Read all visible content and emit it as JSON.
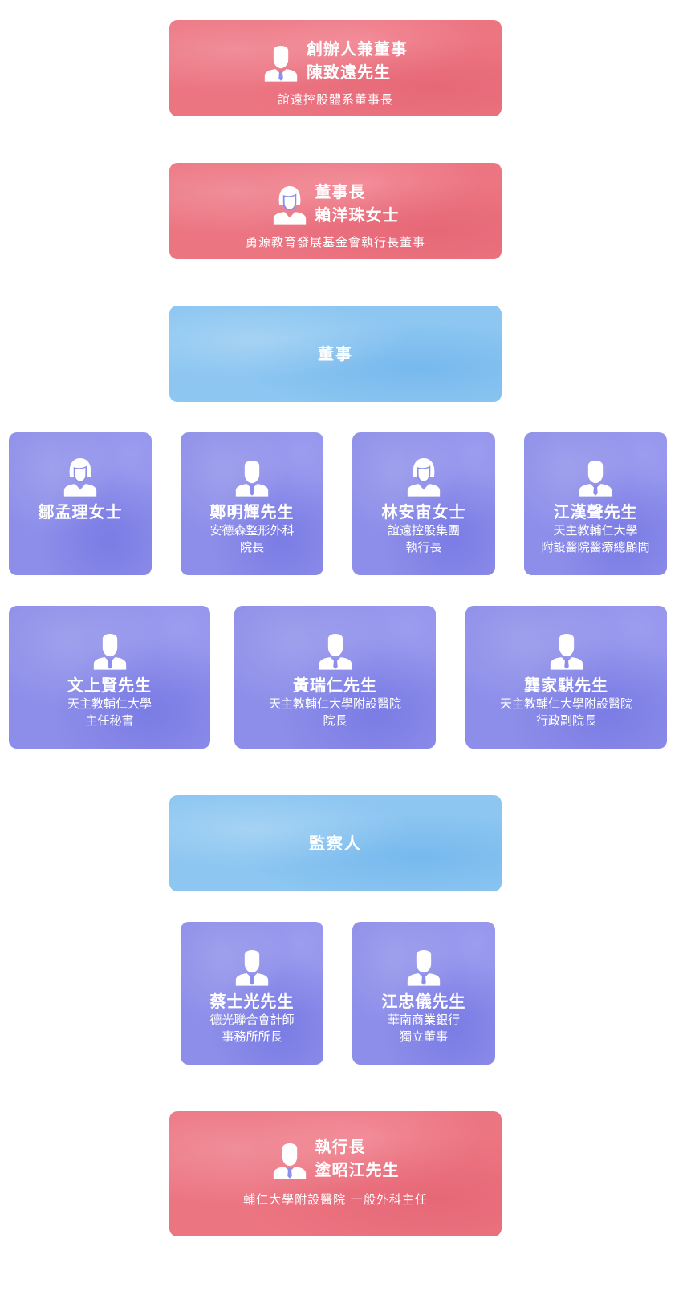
{
  "founder": {
    "role": "創辦人兼董事",
    "name": "陳致遠先生",
    "desc": "誼遠控股體系董事長"
  },
  "chairman": {
    "role": "董事長",
    "name": "賴洋珠女士",
    "desc": "勇源教育發展基金會執行長董事"
  },
  "directors_label": "董事",
  "directors_row1": [
    {
      "name": "鄒孟理女士",
      "desc1": "",
      "desc2": "",
      "icon": "female-person-icon"
    },
    {
      "name": "鄭明輝先生",
      "desc1": "安德森整形外科",
      "desc2": "院長",
      "icon": "male-person-icon"
    },
    {
      "name": "林安宙女士",
      "desc1": "誼遠控股集團",
      "desc2": "執行長",
      "icon": "female-person-icon"
    },
    {
      "name": "江漢聲先生",
      "desc1": "天主教輔仁大學",
      "desc2": "附設醫院醫療總顧問",
      "icon": "male-person-icon"
    }
  ],
  "directors_row2": [
    {
      "name": "文上賢先生",
      "desc1": "天主教輔仁大學",
      "desc2": "主任秘書",
      "icon": "male-person-icon"
    },
    {
      "name": "黃瑞仁先生",
      "desc1": "天主教輔仁大學附設醫院",
      "desc2": "院長",
      "icon": "male-person-icon"
    },
    {
      "name": "龔家騏先生",
      "desc1": "天主教輔仁大學附設醫院",
      "desc2": "行政副院長",
      "icon": "male-person-icon"
    }
  ],
  "supervisors_label": "監察人",
  "supervisors": [
    {
      "name": "蔡士光先生",
      "desc1": "德光聯合會計師",
      "desc2": "事務所所長",
      "icon": "male-person-icon"
    },
    {
      "name": "江忠儀先生",
      "desc1": "華南商業銀行",
      "desc2": "獨立董事",
      "icon": "male-person-icon"
    }
  ],
  "ceo": {
    "role": "執行長",
    "name": "塗昭江先生",
    "desc": "輔仁大學附設醫院 一般外科主任"
  },
  "colors": {
    "red": "#ec7582",
    "blue": "#8cc6f1",
    "purple": "#8d8ee9",
    "connector": "#555555"
  }
}
